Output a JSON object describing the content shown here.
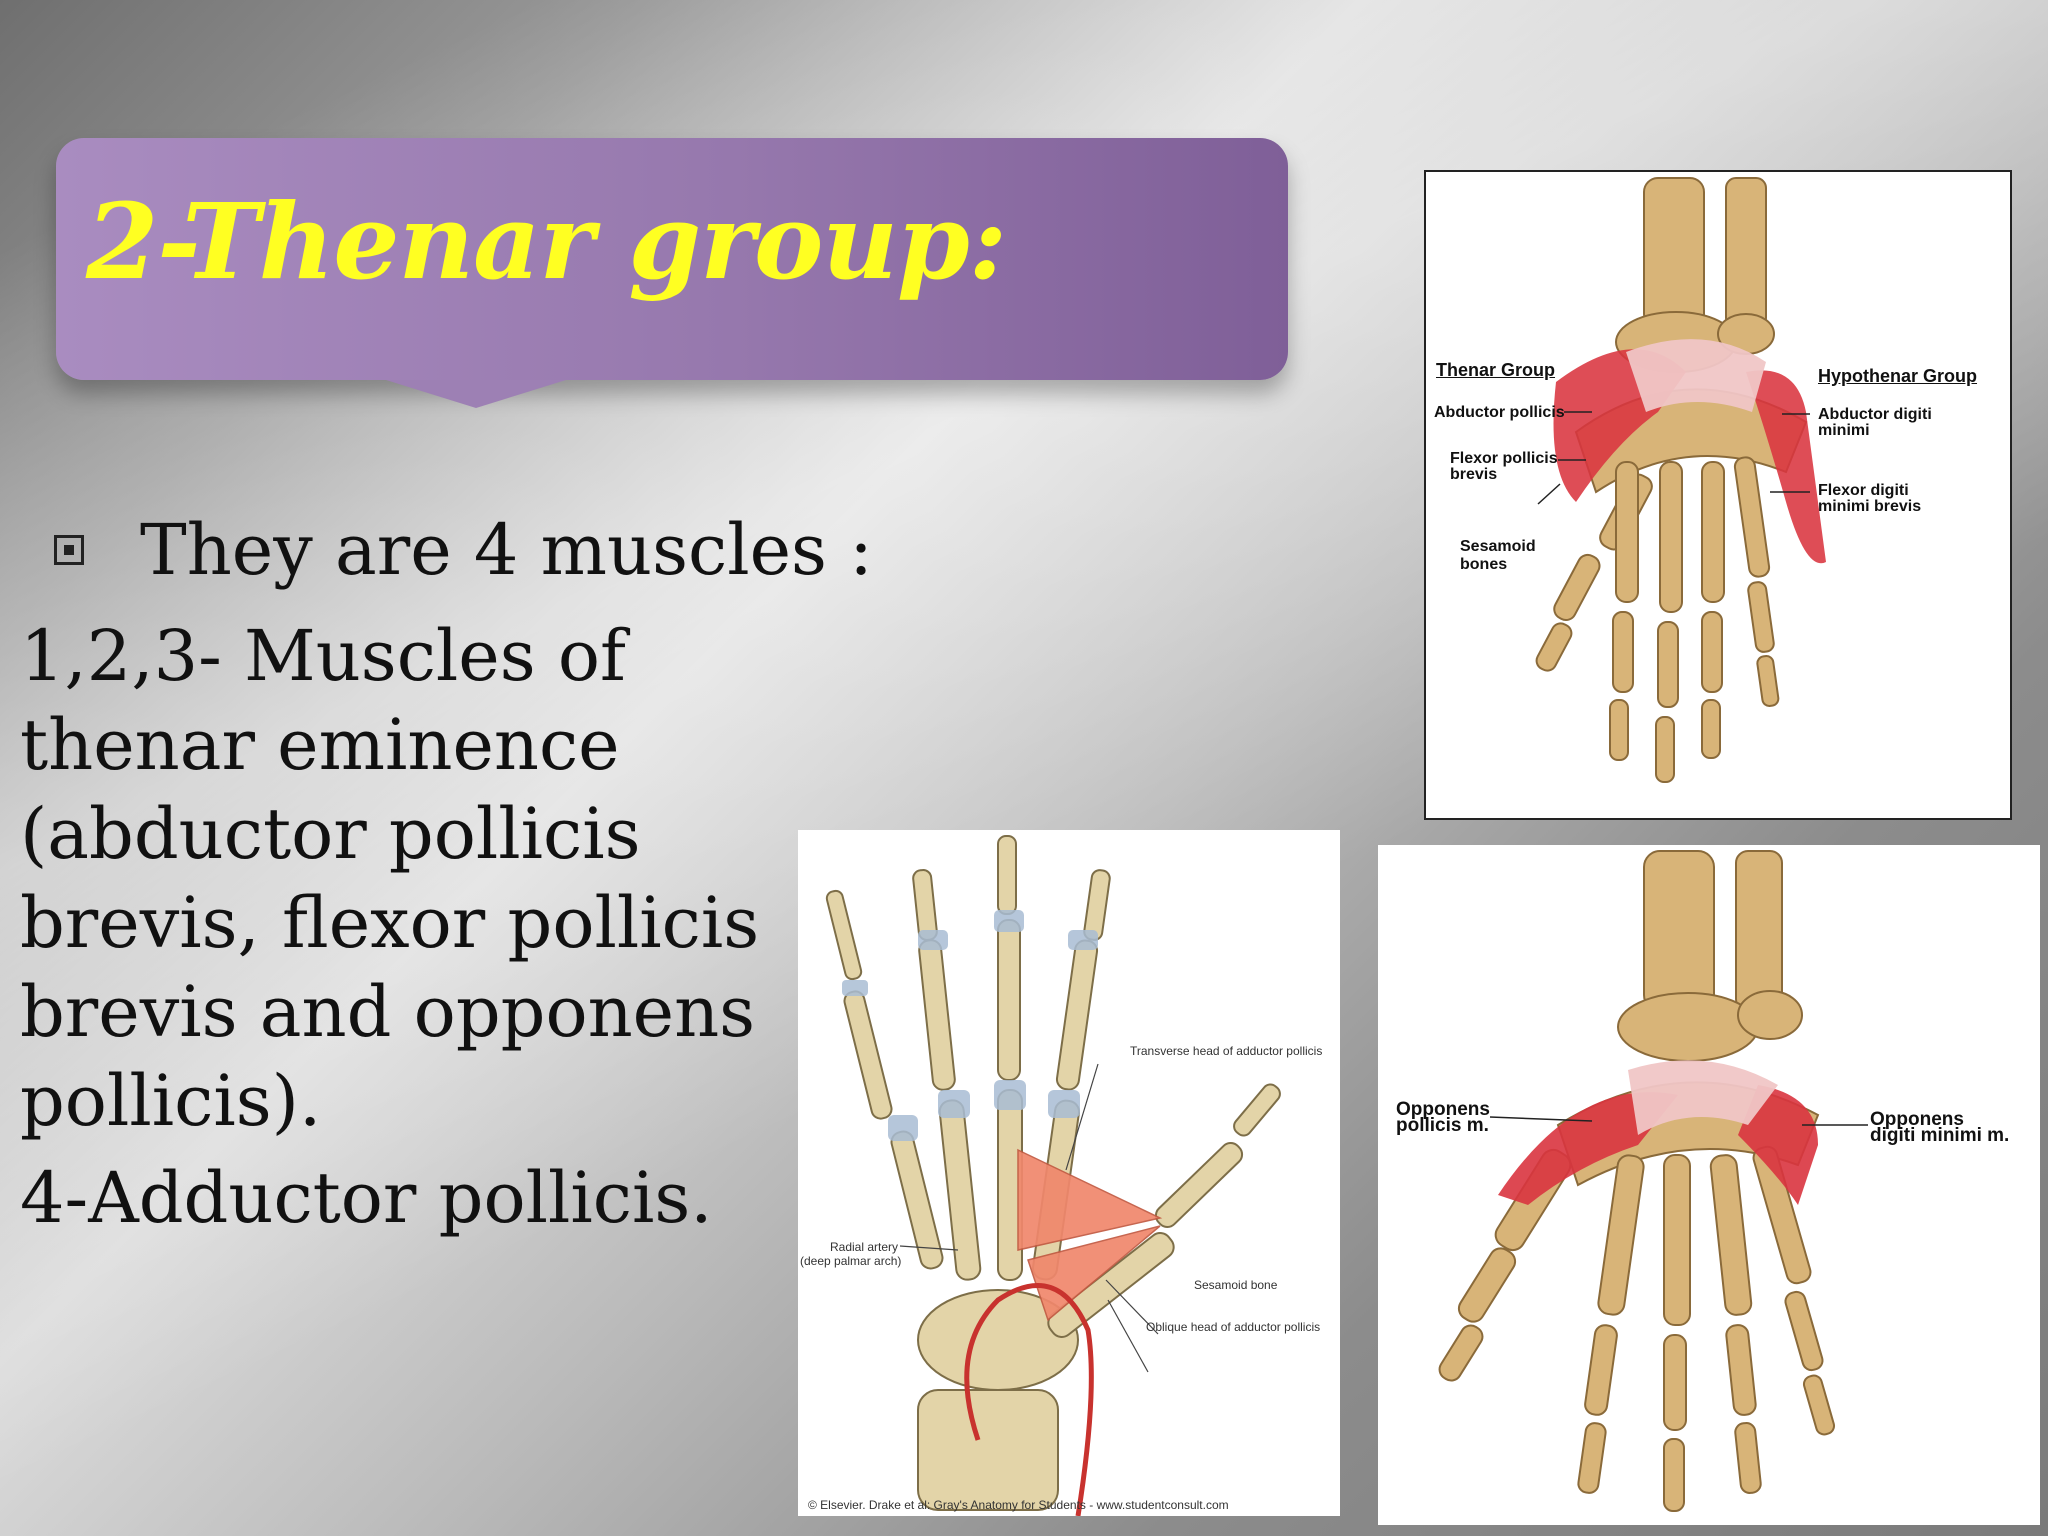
{
  "title": "2-Thenar group:",
  "bullet": "They are 4 muscles :",
  "body": {
    "line1": "1,2,3- Muscles of thenar eminence (abductor pollicis brevis, flexor pollicis brevis and opponens pollicis).",
    "line2": "4-Adductor pollicis."
  },
  "figure_top": {
    "thenar_group": "Thenar Group",
    "hypothenar_group": "Hypothenar Group",
    "abductor_pollicis": "Abductor pollicis",
    "flexor_pollicis_1": "Flexor pollicis",
    "flexor_pollicis_2": "brevis",
    "sesamoid_1": "Sesamoid",
    "sesamoid_2": "bones",
    "abductor_digiti_1": "Abductor digiti",
    "abductor_digiti_2": "minimi",
    "flexor_digiti_1": "Flexor digiti",
    "flexor_digiti_2": "minimi brevis"
  },
  "figure_bottom_left": {
    "transverse_head": "Transverse head of adductor pollicis",
    "radial_artery_1": "Radial artery",
    "radial_artery_2": "(deep palmar arch)",
    "sesamoid_bone": "Sesamoid bone",
    "oblique_head": "Oblique head of adductor pollicis",
    "credit": "© Elsevier. Drake et al: Gray's Anatomy for Students - www.studentconsult.com"
  },
  "figure_bottom_right": {
    "opponens_pollicis_1": "Opponens",
    "opponens_pollicis_2": "pollicis m.",
    "opponens_digiti_1": "Opponens",
    "opponens_digiti_2": "digiti minimi m."
  },
  "colors": {
    "title_text": "#ffff22",
    "title_box": "#9678ad",
    "bone": "#d8b478",
    "muscle": "#d9343f",
    "ligament": "#f0c6c6",
    "cartilage": "#a9bdd4"
  }
}
